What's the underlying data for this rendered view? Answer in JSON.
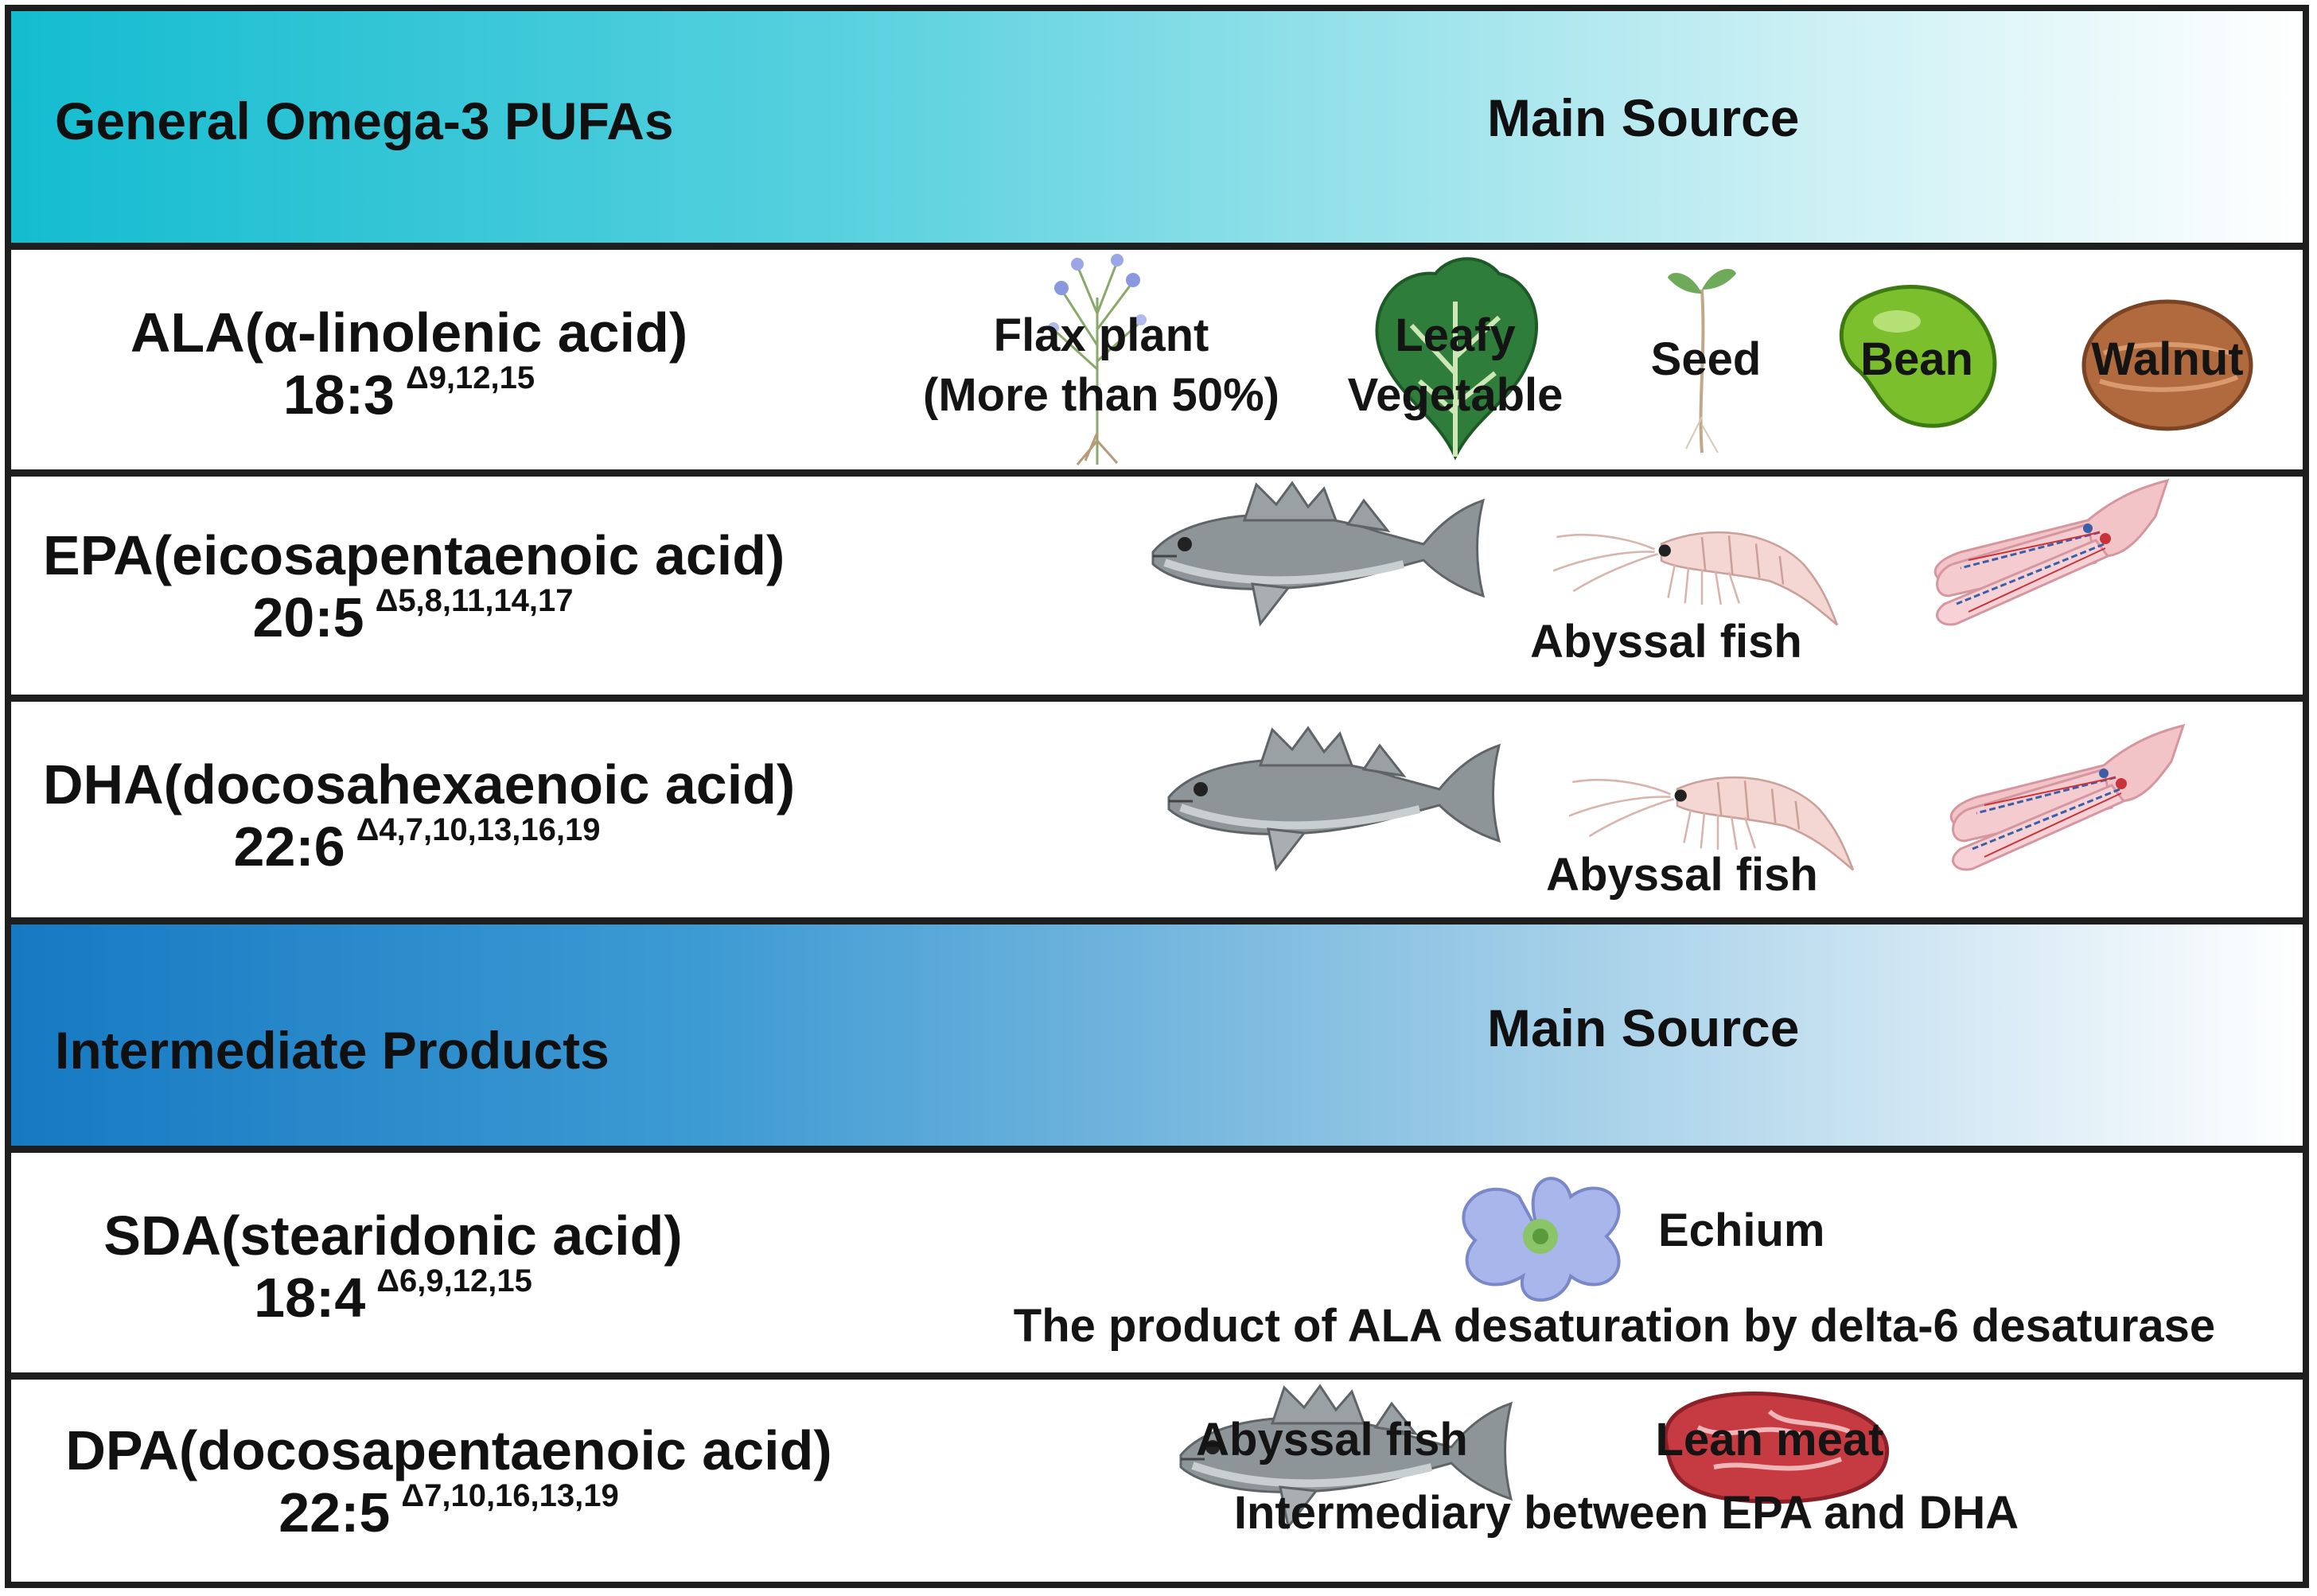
{
  "sections": [
    {
      "title": "General Omega-3 PUFAs",
      "source_header": "Main Source"
    },
    {
      "title": "Intermediate Products",
      "source_header": "Main Source"
    }
  ],
  "rows": [
    {
      "name": "ALA(α-linolenic acid)",
      "formula": "18:3",
      "positions": "Δ9,12,15",
      "sources": [
        "Flax plant",
        "(More than 50%)",
        "Leafy",
        "Vegetable",
        "Seed",
        "Bean",
        "Walnut"
      ]
    },
    {
      "name": "EPA(eicosapentaenoic acid)",
      "formula": "20:5",
      "positions": "Δ5,8,11,14,17",
      "sources": [
        "Abyssal fish"
      ]
    },
    {
      "name": "DHA(docosahexaenoic acid)",
      "formula": "22:6",
      "positions": "Δ4,7,10,13,16,19",
      "sources": [
        "Abyssal fish"
      ]
    },
    {
      "name": "SDA(stearidonic acid)",
      "formula": "18:4",
      "positions": "Δ6,9,12,15",
      "sources": [
        "Echium"
      ],
      "note": "The product of ALA desaturation by delta-6 desaturase"
    },
    {
      "name": "DPA(docosapentaenoic acid)",
      "formula": "22:5",
      "positions": "Δ7,10,16,13,19",
      "sources": [
        "Abyssal fish",
        "Lean meat"
      ],
      "note": "Intermediary between EPA and DHA"
    }
  ],
  "colors": {
    "header_general": "#14bcd0",
    "header_intermediate": "#1679c2",
    "border": "#1e1e1e"
  },
  "icons": [
    "flax-plant-icon",
    "leafy-vegetable-icon",
    "seedling-icon",
    "bean-icon",
    "walnut-icon",
    "fish-icon",
    "krill-icon",
    "squid-icon",
    "echium-flower-icon",
    "lean-meat-icon"
  ]
}
